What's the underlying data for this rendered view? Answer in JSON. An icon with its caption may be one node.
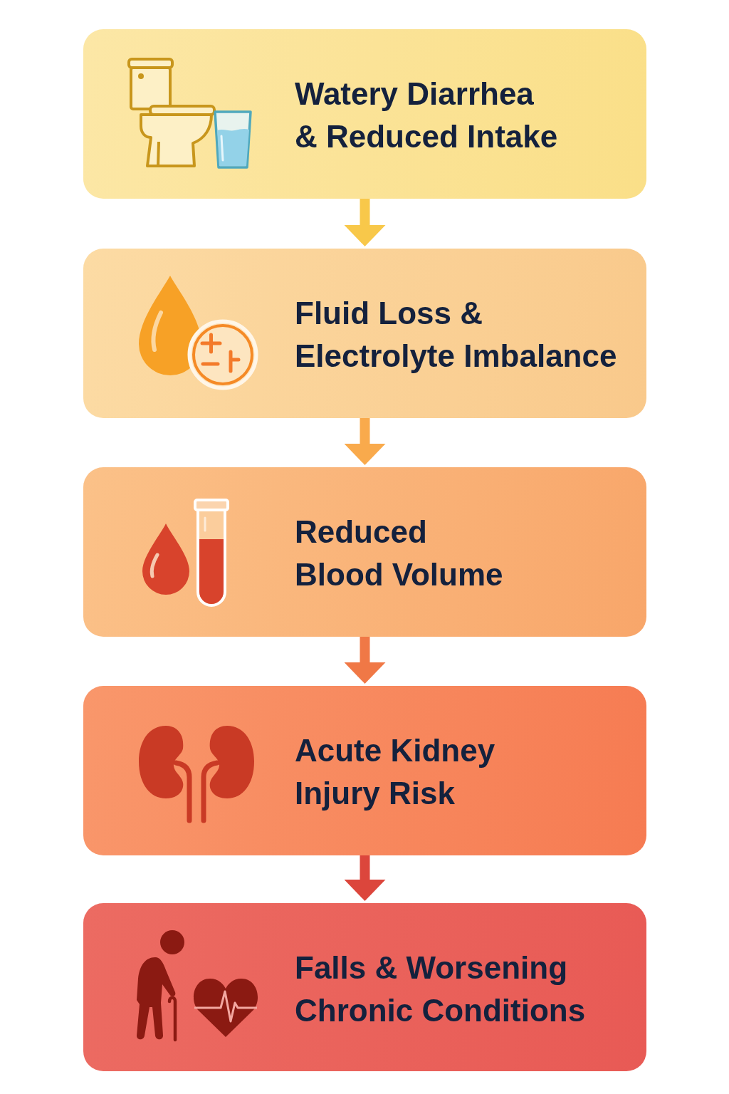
{
  "diagram": {
    "nodes": [
      {
        "text": [
          "Watery Diarrhea & Reduced Intake"
        ]
      },
      {
        "text": [
          "Fluid Loss & Electrolyte Imbalance"
        ]
      },
      {
        "text": [
          "Reduced Blood Volume"
        ]
      },
      {
        "text": [
          "Acute Kidney Injury Risk"
        ]
      },
      {
        "text": [
          "Falls & Worsening Chronic Conditions"
        ]
      }
    ],
    "edges": [
      {
        "from": 0,
        "to": 1,
        "arrow": "to",
        "color": "#f8c84a"
      },
      {
        "from": 1,
        "to": 2,
        "arrow": "to",
        "color": "#f9aa4c"
      },
      {
        "from": 2,
        "to": 3,
        "arrow": "to",
        "color": "#f07846"
      },
      {
        "from": 3,
        "to": 4,
        "arrow": "to",
        "color": "#dc463c"
      }
    ]
  }
}
